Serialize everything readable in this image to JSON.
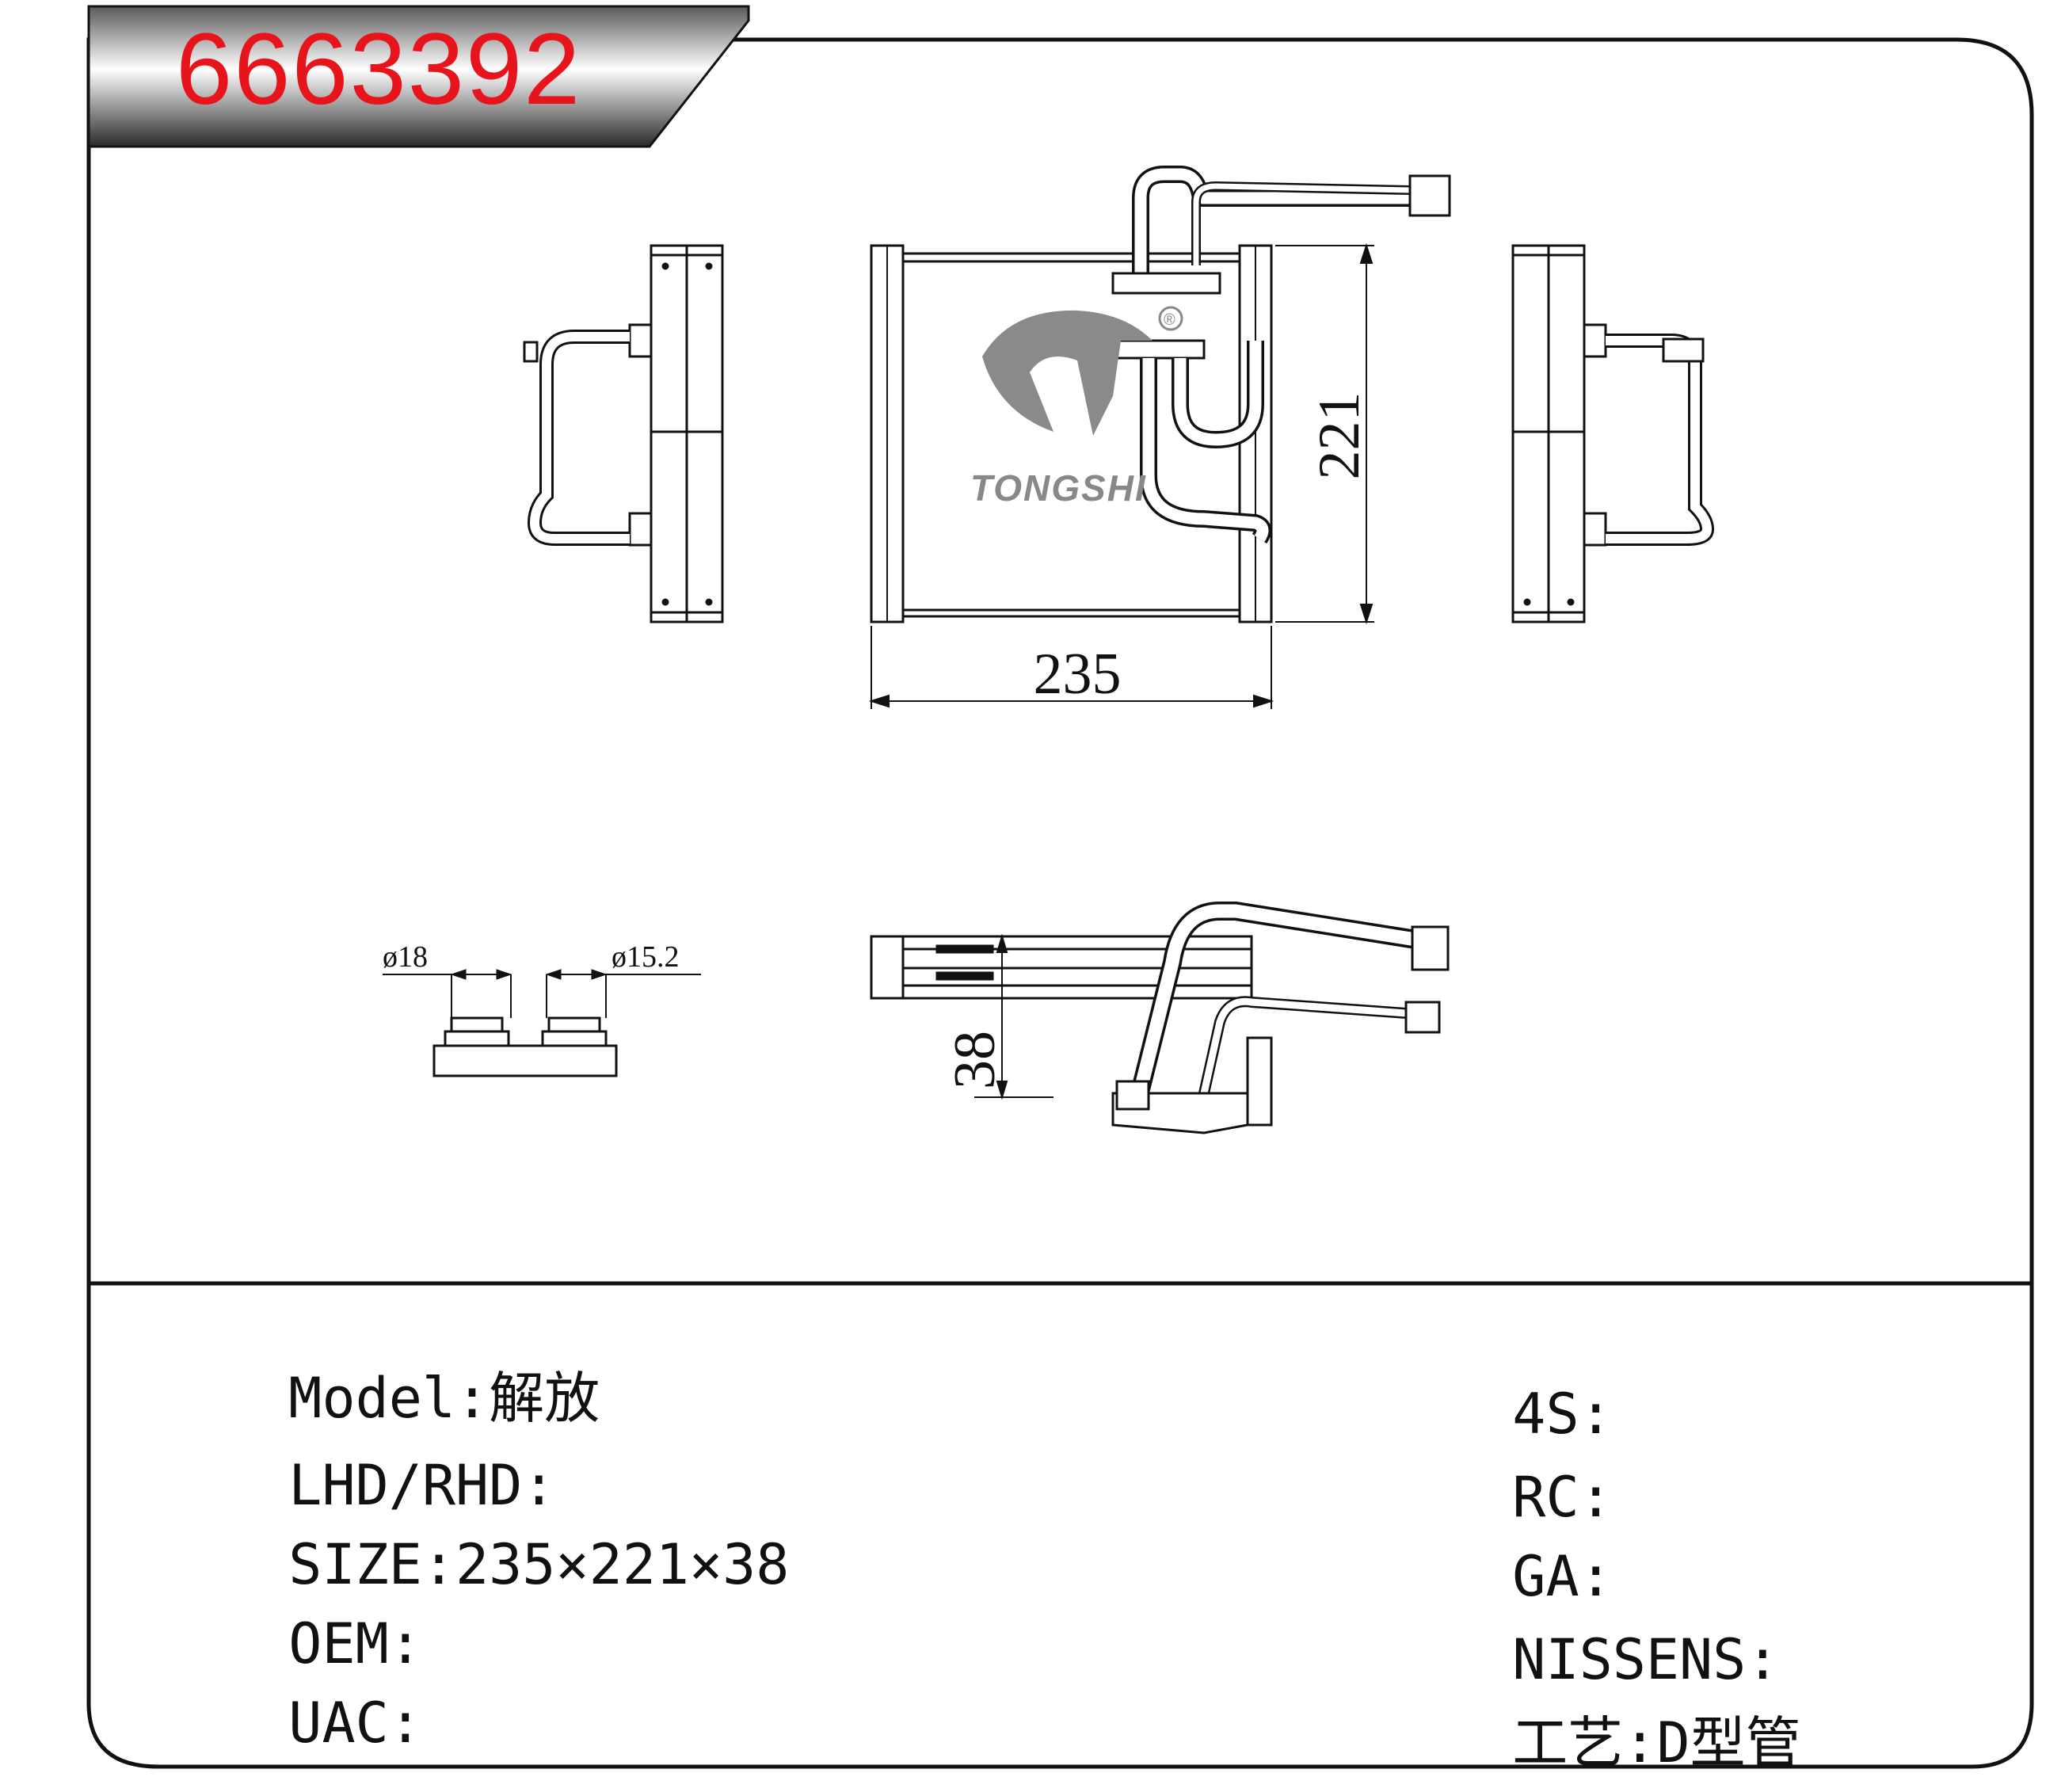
{
  "header": {
    "part_number": "6663392"
  },
  "dimensions": {
    "width": "235",
    "height": "221",
    "depth": "38",
    "inlet_dia": "ø18",
    "outlet_dia": "ø15.2"
  },
  "logo": {
    "text": "TONGSHI",
    "mark": "®"
  },
  "specs_left": [
    {
      "key": "Model:",
      "value": "解放"
    },
    {
      "key": "LHD/RHD:",
      "value": ""
    },
    {
      "key": "SIZE:",
      "value": "235×221×38"
    },
    {
      "key": "OEM:",
      "value": ""
    },
    {
      "key": "UAC:",
      "value": ""
    }
  ],
  "specs_right": [
    {
      "key": "4S:",
      "value": ""
    },
    {
      "key": "RC:",
      "value": ""
    },
    {
      "key": "GA:",
      "value": ""
    },
    {
      "key": "NISSENS:",
      "value": ""
    },
    {
      "key": "工艺:",
      "value": "D型管"
    }
  ]
}
